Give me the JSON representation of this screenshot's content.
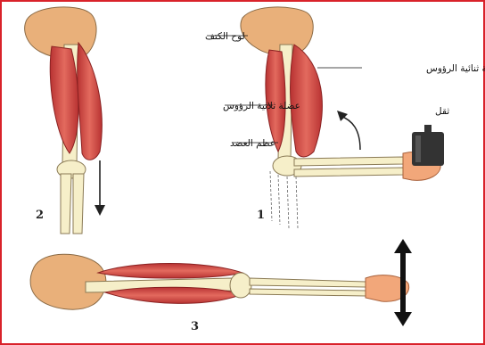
{
  "labels": {
    "scapula": "لوح الكتف",
    "biceps": "عضلة ثنائية الرؤوس",
    "triceps": "عضلة ثلاثية الرؤوس",
    "humerus": "عظم العضد",
    "weight": "ثقل"
  },
  "figure_numbers": {
    "one": "1",
    "two": "2",
    "three": "3"
  },
  "colors": {
    "border": "#d9222a",
    "muscle": "#d64a4a",
    "muscle_dark": "#a82828",
    "bone": "#f6efc9",
    "bone_outline": "#8a7a55",
    "shoulder": "#e9b07a",
    "hand": "#f2a77a",
    "weight": "#333333",
    "arrow": "#222222"
  },
  "icons": [
    "weight-icon",
    "double-arrow-icon",
    "down-arrow-icon",
    "curved-arrow-icon"
  ]
}
